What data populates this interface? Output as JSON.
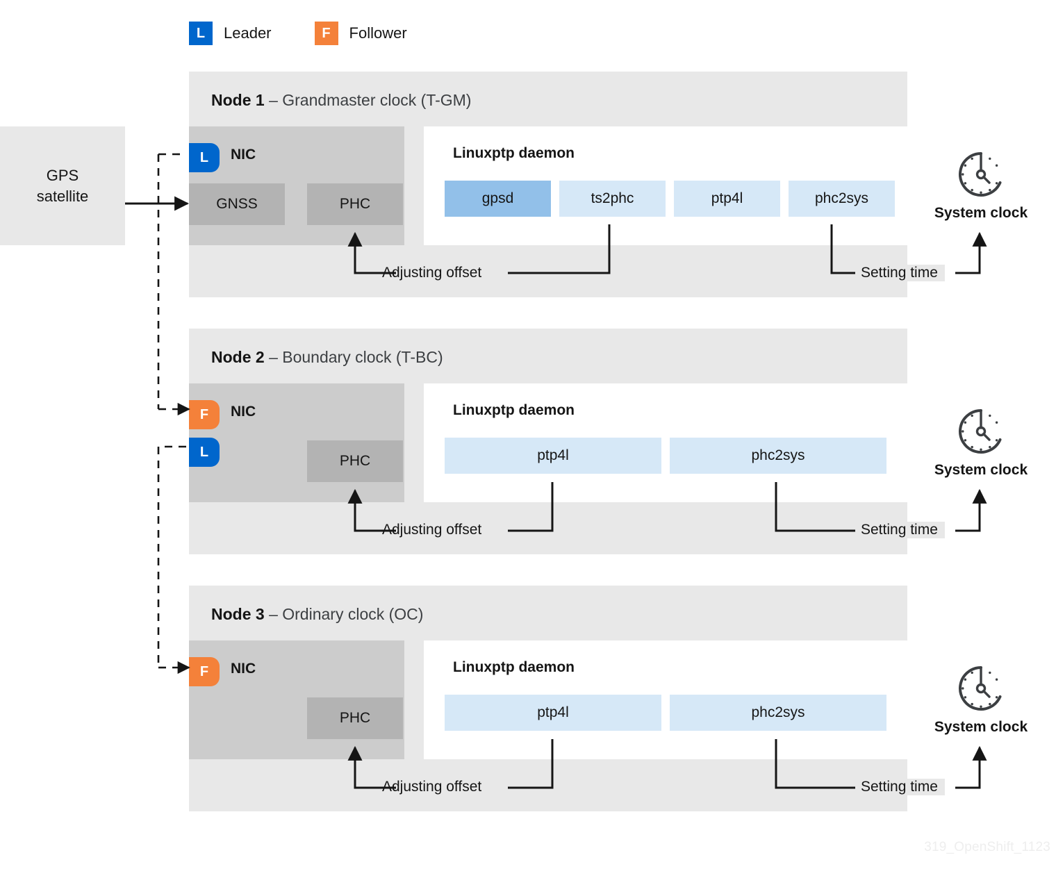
{
  "legend": {
    "items": [
      {
        "chip": "L",
        "label": "Leader",
        "color": "#0066cc"
      },
      {
        "chip": "F",
        "label": "Follower",
        "color": "#f4813a"
      }
    ]
  },
  "source": {
    "name": "gps-satellite",
    "line1": "GPS",
    "line2": "satellite"
  },
  "labels": {
    "nic": "NIC",
    "gnss": "GNSS",
    "phc": "PHC",
    "daemon": "Linuxptp daemon",
    "system_clock": "System clock",
    "adjusting_offset": "Adjusting offset",
    "setting_time": "Setting time"
  },
  "nodes": [
    {
      "id": "node-1",
      "title_bold": "Node 1",
      "title_rest": " – Grandmaster clock (T-GM)",
      "badges": [
        {
          "chip": "L",
          "role": "leader"
        }
      ],
      "nic_sub_boxes": [
        "GNSS",
        "PHC"
      ],
      "processes": [
        {
          "name": "gpsd",
          "highlight": true
        },
        {
          "name": "ts2phc",
          "highlight": false
        },
        {
          "name": "ptp4l",
          "highlight": false
        },
        {
          "name": "phc2sys",
          "highlight": false
        }
      ],
      "connectors": [
        "Adjusting offset",
        "Setting time"
      ]
    },
    {
      "id": "node-2",
      "title_bold": "Node 2",
      "title_rest": " – Boundary clock (T-BC)",
      "badges": [
        {
          "chip": "F",
          "role": "follower"
        },
        {
          "chip": "L",
          "role": "leader"
        }
      ],
      "nic_sub_boxes": [
        "PHC"
      ],
      "processes": [
        {
          "name": "ptp4l",
          "highlight": false
        },
        {
          "name": "phc2sys",
          "highlight": false
        }
      ],
      "connectors": [
        "Adjusting offset",
        "Setting time"
      ]
    },
    {
      "id": "node-3",
      "title_bold": "Node 3",
      "title_rest": " – Ordinary clock (OC)",
      "badges": [
        {
          "chip": "F",
          "role": "follower"
        }
      ],
      "nic_sub_boxes": [
        "PHC"
      ],
      "processes": [
        {
          "name": "ptp4l",
          "highlight": false
        },
        {
          "name": "phc2sys",
          "highlight": false
        }
      ],
      "connectors": [
        "Adjusting offset",
        "Setting time"
      ]
    }
  ],
  "colors": {
    "leader": "#0066cc",
    "follower": "#f4813a",
    "panel_bg": "#e8e8e8",
    "nic_bg": "#cccccc",
    "sub_bg": "#b3b3b3",
    "proc_bg": "#d6e8f7",
    "proc_highlight": "#92c0e9",
    "daemon_bg": "#ffffff"
  },
  "watermark": "319_OpenShift_1123"
}
